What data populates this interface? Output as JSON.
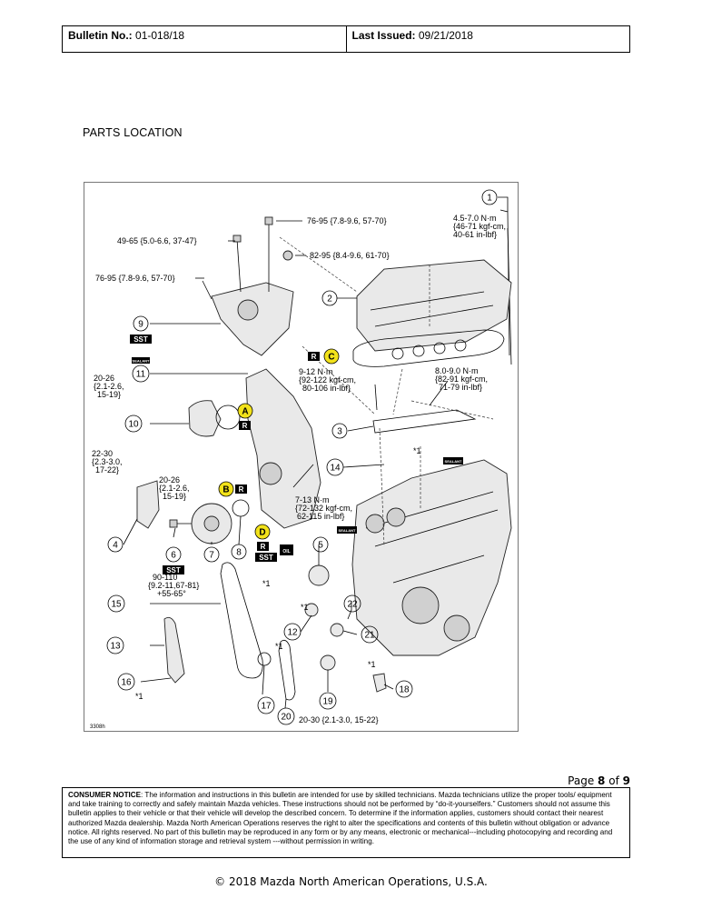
{
  "header": {
    "bulletin_label": "Bulletin No.:",
    "bulletin_value": "01-018/18",
    "issued_label": "Last Issued:",
    "issued_value": "09/21/2018"
  },
  "section_title": "PARTS LOCATION",
  "figure": {
    "torque_labels": {
      "t_76_95_top": "76-95 {7.8-9.6, 57-70}",
      "t_82_95": "82-95 {8.4-9.6, 61-70}",
      "t_49_65": "49-65 {5.0-6.6, 37-47}",
      "t_76_95_left": "76-95 {7.8-9.6, 57-70}",
      "t_45_70_a": "4.5-7.0 N·m",
      "t_45_70_b": "{46-71 kgf-cm,",
      "t_45_70_c": "40-61 in-lbf}",
      "t_20_26_a": "20-26",
      "t_20_26_b": "{2.1-2.6,",
      "t_20_26_c": "15-19}",
      "t_9_12_a": "9-12 N·m",
      "t_9_12_b": "{92-122 kgf-cm,",
      "t_9_12_c": "80-106 in-lbf}",
      "t_8_9_a": "8.0-9.0 N·m",
      "t_8_9_b": "{82-91 kgf-cm,",
      "t_8_9_c": "71-79 in-lbf}",
      "t_22_30_a": "22-30",
      "t_22_30_b": "{2.3-3.0,",
      "t_22_30_c": "17-22}",
      "t_20_26m_a": "20-26",
      "t_20_26m_b": "{2.1-2.6,",
      "t_20_26m_c": "15-19}",
      "t_7_13_a": "7-13 N·m",
      "t_7_13_b": "{72-132 kgf-cm,",
      "t_7_13_c": "62-115 in-lbf}",
      "t_90_110_a": "90-110",
      "t_90_110_b": "{9.2-11,67-81}",
      "t_90_110_c": "+55-65°",
      "t_20_30": "20-30 {2.1-3.0, 15-22}",
      "star1_a": "*1",
      "star1_b": "*1",
      "star1_c": "*1",
      "star1_d": "*1",
      "star1_e": "*1",
      "star1_f": "*1"
    },
    "callouts": [
      "1",
      "2",
      "3",
      "4",
      "5",
      "6",
      "7",
      "8",
      "9",
      "10",
      "11",
      "12",
      "13",
      "14",
      "15",
      "16",
      "17",
      "18",
      "19",
      "20",
      "21",
      "22"
    ],
    "highlights": [
      "A",
      "B",
      "C",
      "D"
    ],
    "tags": {
      "sst": "SST",
      "r": "R",
      "sealant": "SEALANT",
      "oil": "OIL"
    },
    "figure_code": "3308h"
  },
  "footer": {
    "page_prefix": "Page",
    "page_current": "8",
    "page_of": "of",
    "page_total": "9",
    "notice_label": "CONSUMER NOTICE",
    "notice_text": ": The information and instructions in this bulletin are intended for use by skilled technicians. Mazda technicians utilize the proper tools/ equipment and take training to correctly and safely maintain Mazda vehicles. These instructions should not be performed by “do-it-yourselfers.” Customers should not assume this bulletin applies to their vehicle or that their vehicle will develop the described concern. To determine if the information applies, customers should contact their nearest authorized Mazda dealership. Mazda North American Operations reserves the right to alter the specifications and contents of this bulletin without obligation or advance notice. All rights reserved. No part of this bulletin may be reproduced in any form or by any means, electronic or mechanical---including photocopying and recording and the use of any kind of information storage and retrieval system ---without permission in writing.",
    "copyright": "© 2018 Mazda North American Operations, U.S.A."
  },
  "colors": {
    "highlight": "#f2e21a"
  }
}
